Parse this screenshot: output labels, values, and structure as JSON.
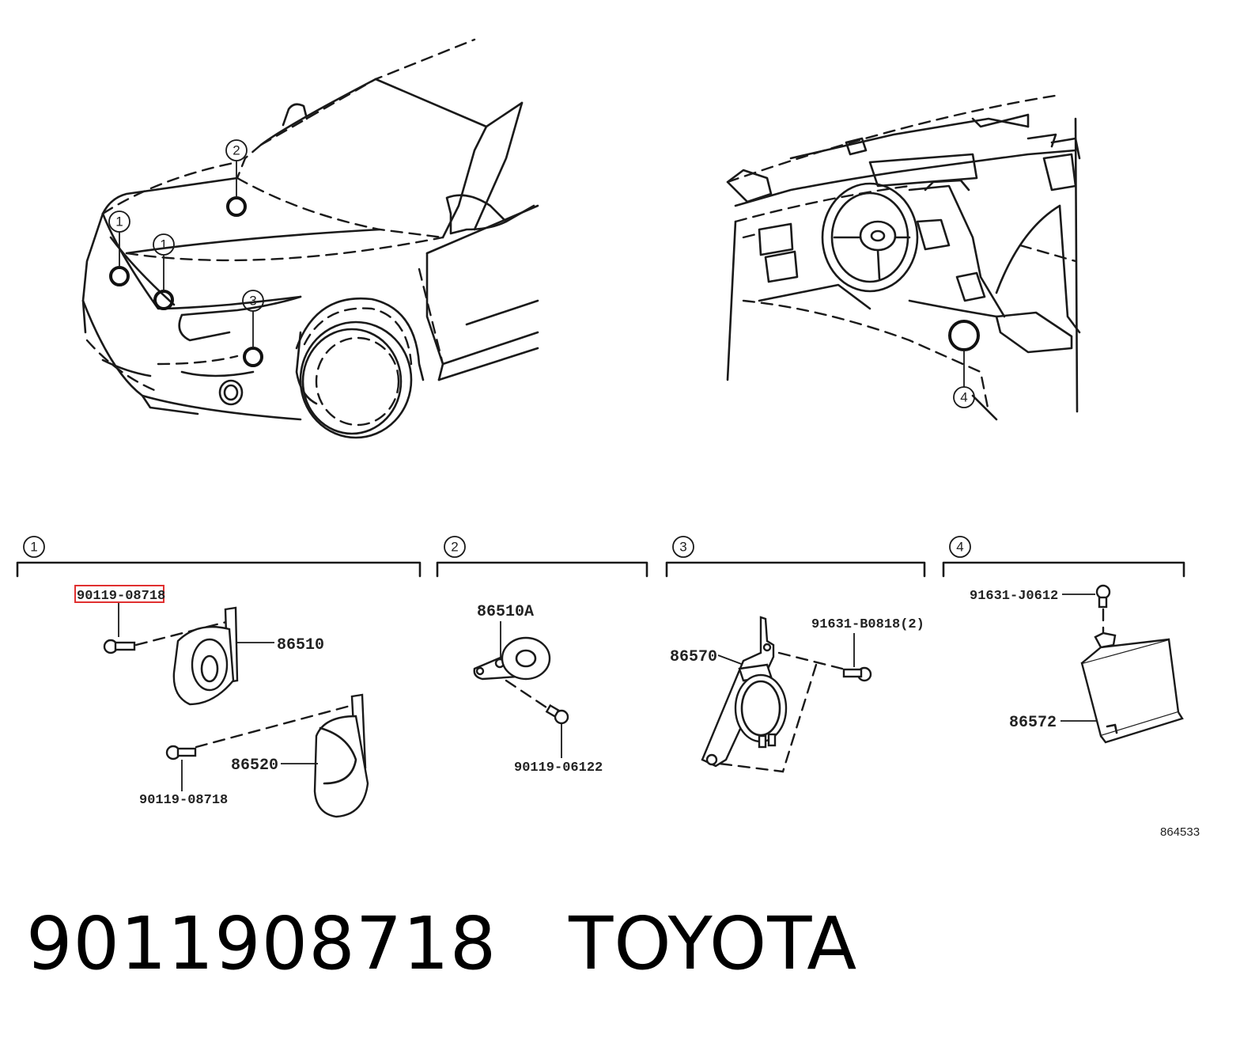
{
  "title": {
    "part_number": "9011908718",
    "brand": "TOYOTA"
  },
  "reference_code": "864533",
  "callouts": [
    "1",
    "2",
    "3",
    "4"
  ],
  "highlight_color": "#e03030",
  "groups": [
    {
      "number": "1",
      "parts": [
        "90119-08718",
        "86510",
        "86520",
        "90119-08718"
      ]
    },
    {
      "number": "2",
      "parts": [
        "86510A",
        "90119-06122"
      ]
    },
    {
      "number": "3",
      "parts": [
        "86570",
        "91631-B0818(2)"
      ]
    },
    {
      "number": "4",
      "parts": [
        "91631-J0612",
        "86572"
      ]
    }
  ]
}
